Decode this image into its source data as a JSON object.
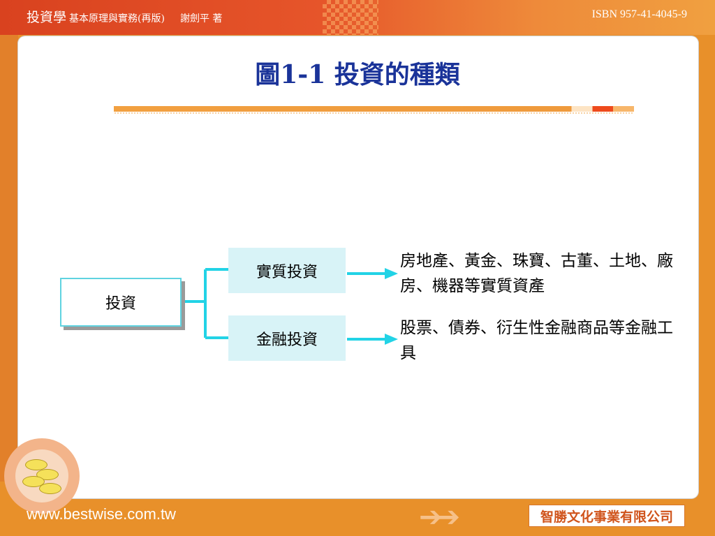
{
  "header": {
    "book_title": "投資學",
    "subtitle": "基本原理與實務(再版)",
    "author": "謝劍平 著",
    "isbn": "ISBN 957-41-4045-9"
  },
  "slide": {
    "title": "圖1-1 投資的種類"
  },
  "diagram": {
    "root": "投資",
    "branches": [
      {
        "label": "實質投資",
        "description": "房地產、黃金、珠寶、古董、土地、廠房、機器等實質資產"
      },
      {
        "label": "金融投資",
        "description": "股票、債券、衍生性金融商品等金融工具"
      }
    ]
  },
  "footer": {
    "url": "www.bestwise.com.tw",
    "publisher": "智勝文化事業有限公司"
  },
  "colors": {
    "accent_cyan": "#22d3e6",
    "title_blue": "#1a3399",
    "frame_orange": "#e8902a"
  }
}
